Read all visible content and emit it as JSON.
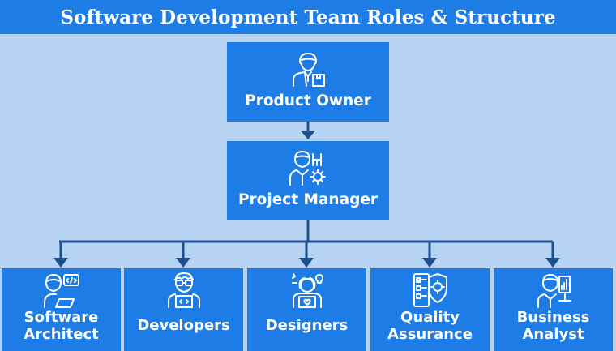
{
  "title": "Software Development Team Roles & Structure",
  "colors": {
    "box": "#1e7ce6",
    "background": "#b7d3f4",
    "connector": "#1f4f8c",
    "text": "#ffffff"
  },
  "nodes": {
    "product_owner": {
      "label": "Product Owner",
      "icon": "product-owner-icon"
    },
    "project_manager": {
      "label": "Project Manager",
      "icon": "project-manager-icon"
    }
  },
  "roles": [
    {
      "line1": "Software",
      "line2": "Architect",
      "icon": "software-architect-icon"
    },
    {
      "line1": "Developers",
      "line2": "",
      "icon": "developers-icon"
    },
    {
      "line1": "Designers",
      "line2": "",
      "icon": "designers-icon"
    },
    {
      "line1": "Quality",
      "line2": "Assurance",
      "icon": "quality-assurance-icon"
    },
    {
      "line1": "Business",
      "line2": "Analyst",
      "icon": "business-analyst-icon"
    }
  ]
}
